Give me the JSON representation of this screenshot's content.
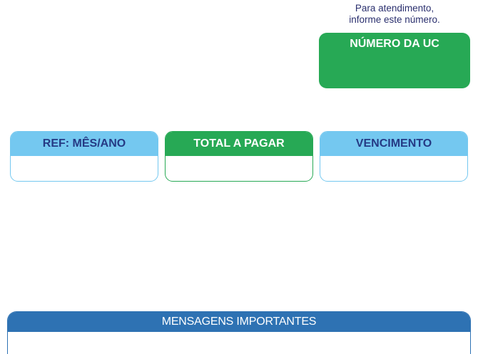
{
  "instructions": {
    "line1": "Para atendimento,",
    "line2": "informe este número."
  },
  "uc": {
    "title": "NÚMERO DA UC",
    "value": ""
  },
  "cards": [
    {
      "title": "REF: MÊS/ANO",
      "value": ""
    },
    {
      "title": "TOTAL A PAGAR",
      "value": ""
    },
    {
      "title": "VENCIMENTO",
      "value": ""
    }
  ],
  "messages": {
    "title": "MENSAGENS IMPORTANTES",
    "body": ""
  },
  "colors": {
    "green": "#27a955",
    "light_blue": "#74c8f0",
    "dark_blue_text": "#253a84",
    "banner_blue": "#2e72b3"
  }
}
